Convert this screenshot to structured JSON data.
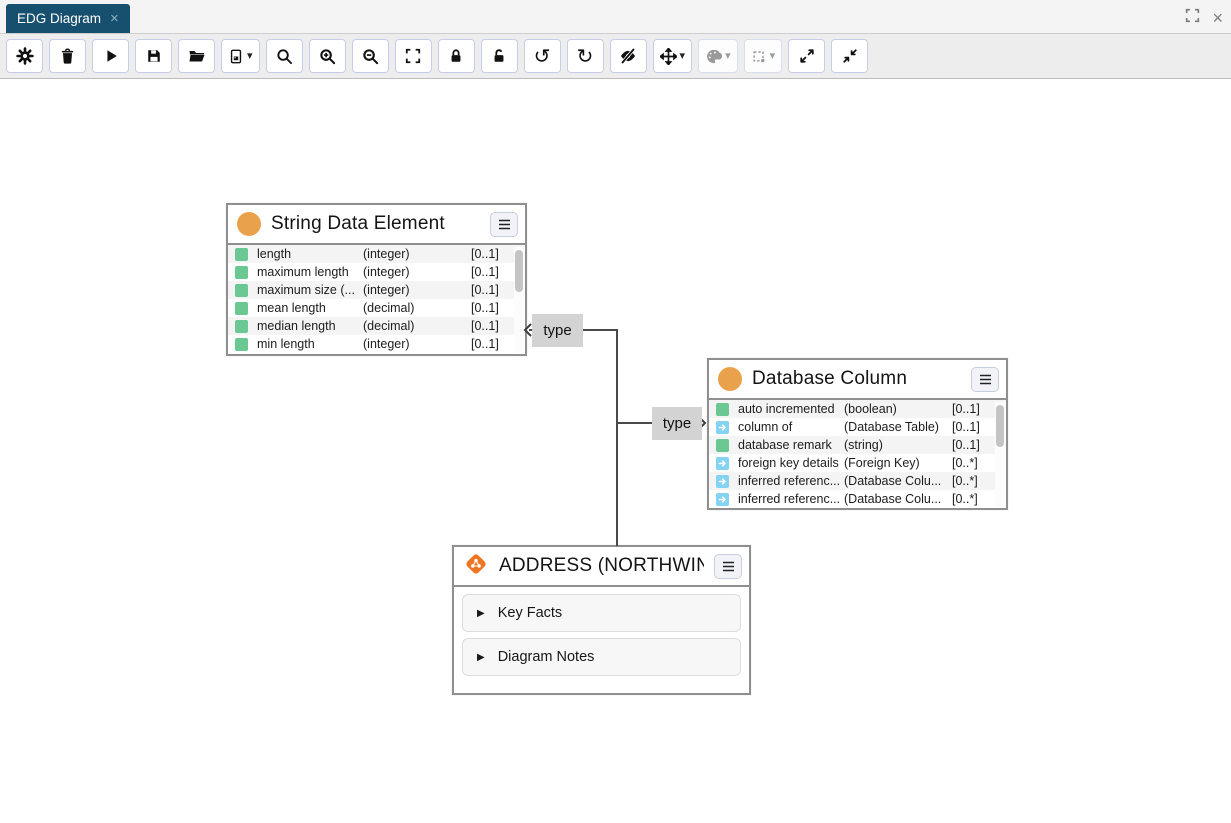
{
  "tab": {
    "label": "EDG Diagram"
  },
  "glyphs": {
    "tab_close": "×",
    "window_close": "×",
    "undo": "↺",
    "redo": "↻",
    "caret": "▾",
    "hamburger_lines": 3,
    "section_arrow": "▶"
  },
  "window_controls": [
    {
      "name": "fullscreen-icon"
    },
    {
      "name": "close-icon"
    }
  ],
  "toolbar": {
    "buttons": [
      {
        "name": "settings",
        "icon": "gear-icon",
        "disabled": false,
        "caret": false
      },
      {
        "name": "delete",
        "icon": "trash-icon",
        "disabled": false,
        "caret": false
      },
      {
        "name": "run-layout",
        "icon": "play-icon",
        "disabled": false,
        "caret": false
      },
      {
        "name": "save",
        "icon": "floppy-icon",
        "disabled": false,
        "caret": false
      },
      {
        "name": "open",
        "icon": "open-folder-icon",
        "disabled": false,
        "caret": false
      },
      {
        "name": "export-image",
        "icon": "file-image-icon",
        "disabled": false,
        "caret": true
      },
      {
        "name": "search",
        "icon": "magnifier-icon",
        "disabled": false,
        "caret": false
      },
      {
        "name": "zoom-in",
        "icon": "magnifier-plus-icon",
        "disabled": false,
        "caret": false
      },
      {
        "name": "zoom-out",
        "icon": "magnifier-minus-icon",
        "disabled": false,
        "caret": false
      },
      {
        "name": "fit-screen",
        "icon": "corners-icon",
        "disabled": false,
        "caret": false
      },
      {
        "name": "lock",
        "icon": "lock-icon",
        "disabled": false,
        "caret": false
      },
      {
        "name": "unlock",
        "icon": "unlock-icon",
        "disabled": false,
        "caret": false
      },
      {
        "name": "undo",
        "icon": "undo-icon",
        "disabled": false,
        "caret": false
      },
      {
        "name": "redo",
        "icon": "redo-icon",
        "disabled": false,
        "caret": false
      },
      {
        "name": "hide",
        "icon": "eye-slash-icon",
        "disabled": false,
        "caret": false
      },
      {
        "name": "pan-mode",
        "icon": "move-icon",
        "disabled": false,
        "caret": true
      },
      {
        "name": "style",
        "icon": "palette-icon",
        "disabled": true,
        "caret": true
      },
      {
        "name": "select-area",
        "icon": "dashed-square-icon",
        "disabled": true,
        "caret": true
      },
      {
        "name": "expand-all",
        "icon": "expand-arrows-icon",
        "disabled": false,
        "caret": false
      },
      {
        "name": "collapse-all",
        "icon": "collapse-arrows-icon",
        "disabled": false,
        "caret": false
      }
    ]
  },
  "canvas": {
    "nodes": [
      {
        "title": "String Data Element",
        "icon": "class-circle-icon",
        "rows": [
          {
            "kind": "attribute",
            "name": "length",
            "type": "(integer)",
            "card": "[0..1]"
          },
          {
            "kind": "attribute",
            "name": "maximum length",
            "type": "(integer)",
            "card": "[0..1]"
          },
          {
            "kind": "attribute",
            "name": "maximum size (...",
            "type": "(integer)",
            "card": "[0..1]"
          },
          {
            "kind": "attribute",
            "name": "mean length",
            "type": "(decimal)",
            "card": "[0..1]"
          },
          {
            "kind": "attribute",
            "name": "median length",
            "type": "(decimal)",
            "card": "[0..1]"
          },
          {
            "kind": "attribute",
            "name": "min length",
            "type": "(integer)",
            "card": "[0..1]"
          }
        ]
      },
      {
        "title": "Database Column",
        "icon": "class-circle-icon",
        "rows": [
          {
            "kind": "attribute",
            "name": "auto incremented",
            "type": "(boolean)",
            "card": "[0..1]"
          },
          {
            "kind": "relation",
            "name": "column of",
            "type": "(Database Table)",
            "card": "[0..1]"
          },
          {
            "kind": "attribute",
            "name": "database remark",
            "type": "(string)",
            "card": "[0..1]"
          },
          {
            "kind": "relation",
            "name": "foreign key details",
            "type": "(Foreign Key)",
            "card": "[0..*]"
          },
          {
            "kind": "relation",
            "name": "inferred referenc...",
            "type": "(Database Colu...",
            "card": "[0..*]"
          },
          {
            "kind": "relation",
            "name": "inferred referenc...",
            "type": "(Database Colu...",
            "card": "[0..*]"
          }
        ]
      },
      {
        "title": "ADDRESS (NORTHWIN...",
        "icon": "instance-diamond-icon",
        "sections": [
          {
            "label": "Key Facts"
          },
          {
            "label": "Diagram Notes"
          }
        ]
      }
    ],
    "edges": [
      {
        "label": "type",
        "from": "ADDRESS (NORTHWIN...",
        "to": "String Data Element"
      },
      {
        "label": "type",
        "from": "ADDRESS (NORTHWIN...",
        "to": "Database Column"
      }
    ]
  },
  "colors": {
    "tab_bg": "#17506e",
    "toolbar_bg": "#ededed",
    "class_icon": "#e9a24b",
    "attribute_icon": "#6cc893",
    "relation_icon": "#85d3f2",
    "instance_icon": "#ee7623",
    "edge": "#4a4a4a",
    "edge_label_bg": "#d3d3d3"
  }
}
